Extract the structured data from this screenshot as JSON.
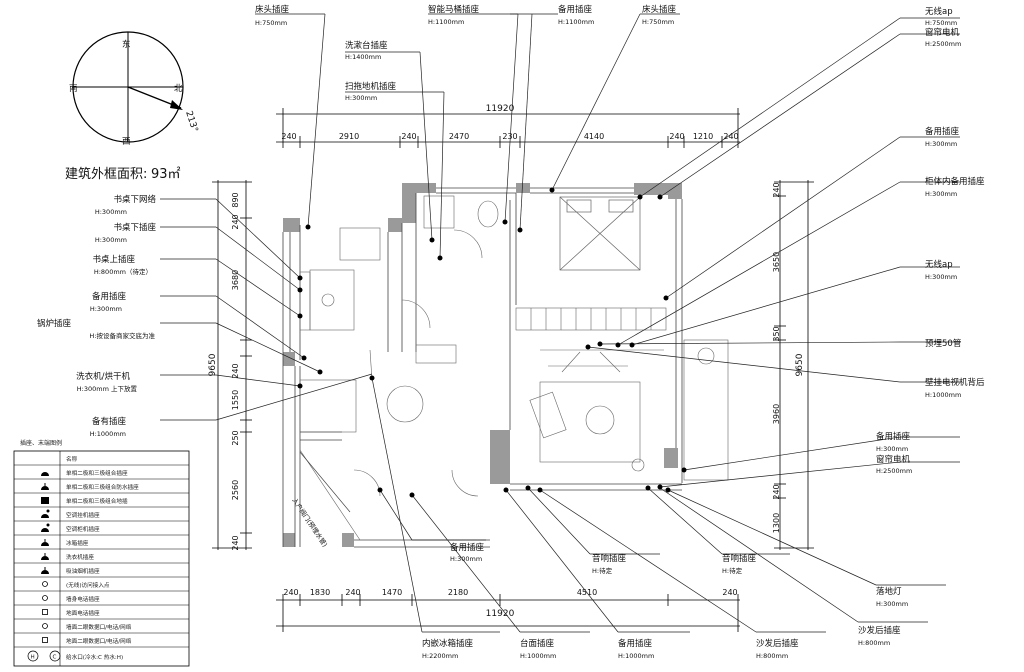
{
  "compass": {
    "n": "北",
    "e": "东",
    "s": "南",
    "w": "西",
    "deg": "213°"
  },
  "area": {
    "label": "建筑外框面积:",
    "value": "93㎡"
  },
  "dims_top": {
    "total": "11920",
    "segments": [
      "240",
      "2910",
      "240",
      "2470",
      "230",
      "4140",
      "240",
      "1210",
      "240"
    ]
  },
  "dims_bottom": {
    "total": "11920",
    "segments": [
      "240",
      "1830",
      "240",
      "1470",
      "2180",
      "4510",
      "240"
    ]
  },
  "dims_left": {
    "total": "9650",
    "segments": [
      "240",
      "890",
      "3680",
      "240",
      "1550",
      "250",
      "2560",
      "240"
    ]
  },
  "dims_right": {
    "total": "9650",
    "segments": [
      "240",
      "3650",
      "350",
      "3960",
      "240",
      "1300"
    ]
  },
  "labels_top": [
    {
      "name": "床头插座",
      "h": "H:750mm"
    },
    {
      "name": "洗漱台插座",
      "h": "H:1400mm"
    },
    {
      "name": "扫拖地机插座",
      "h": "H:300mm"
    },
    {
      "name": "智能马桶插座",
      "h": "H:1100mm"
    },
    {
      "name": "备用插座",
      "h": "H:1100mm"
    },
    {
      "name": "床头插座",
      "h": "H:750mm"
    }
  ],
  "labels_left": [
    {
      "name": "书桌下网络",
      "h": "H:300mm"
    },
    {
      "name": "书桌下插座",
      "h": "H:300mm"
    },
    {
      "name": "书桌上插座",
      "h": "H:800mm（待定）"
    },
    {
      "name": "备用插座",
      "h": "H:300mm"
    },
    {
      "name": "锅炉插座",
      "h": "H:按设备商家交底为准"
    },
    {
      "name": "洗衣机/烘干机",
      "h": "H:300mm 上下放置"
    },
    {
      "name": "备有插座",
      "h": "H:1000mm"
    }
  ],
  "labels_right": [
    {
      "name": "无线ap",
      "h": "H:750mm"
    },
    {
      "name": "窗帘电机",
      "h": "H:2500mm"
    },
    {
      "name": "备用插座",
      "h": "H:300mm"
    },
    {
      "name": "柜体内备用插座",
      "h": "H:300mm"
    },
    {
      "name": "无线ap",
      "h": "H:300mm"
    },
    {
      "name": "预埋50管",
      "h": ""
    },
    {
      "name": "壁挂电视机背后",
      "h": "H:1000mm"
    },
    {
      "name": "备用插座",
      "h": "H:300mm"
    },
    {
      "name": "窗帘电机",
      "h": "H:2500mm"
    }
  ],
  "labels_bottom": [
    {
      "name": "备用插座",
      "h": "H:300mm"
    },
    {
      "name": "音响插座",
      "h": "H:待定"
    },
    {
      "name": "音响插座",
      "h": "H:待定"
    },
    {
      "name": "落地灯",
      "h": "H:300mm"
    },
    {
      "name": "沙发后插座",
      "h": "H:800mm"
    },
    {
      "name": "内嵌冰箱插座",
      "h": "H:2200mm"
    },
    {
      "name": "台面插座",
      "h": "H:1000mm"
    },
    {
      "name": "备用插座",
      "h": "H:1000mm"
    },
    {
      "name": "沙发后插座",
      "h": "H:800mm"
    }
  ],
  "plan_notes": {
    "pipe": "入户阀门(预埋水管)"
  },
  "legend": {
    "title": "插座、末端图例",
    "header": "名称",
    "items": [
      {
        "icon": "socket-icon",
        "text": "单相二极和三极组合插座"
      },
      {
        "icon": "waterproof-socket-icon",
        "text": "单相二极和三极组合防水插座"
      },
      {
        "icon": "floor-socket-icon",
        "text": "单相二极和三极组合地插"
      },
      {
        "icon": "ac-wall-socket-icon",
        "text": "空调挂机插座"
      },
      {
        "icon": "ac-cabinet-socket-icon",
        "text": "空调柜机插座"
      },
      {
        "icon": "fridge-socket-icon",
        "text": "冰箱插座"
      },
      {
        "icon": "washer-socket-icon",
        "text": "洗衣机插座"
      },
      {
        "icon": "hood-socket-icon",
        "text": "吸油烟机插座"
      },
      {
        "icon": "wireless-ap-icon",
        "text": "(无线)访问接入点"
      },
      {
        "icon": "wall-phone-icon",
        "text": "墙身电话插座"
      },
      {
        "icon": "floor-phone-icon",
        "text": "地面电话插座"
      },
      {
        "icon": "wall-data-icon",
        "text": "墙面二眼数据口/电话/网络"
      },
      {
        "icon": "floor-data-icon",
        "text": "地面二眼数据口/电话/网络"
      },
      {
        "icon": "water-inlet-icon",
        "text": "给水口(冷水:C 热水:H)",
        "h": "H",
        "c": "C"
      }
    ]
  }
}
